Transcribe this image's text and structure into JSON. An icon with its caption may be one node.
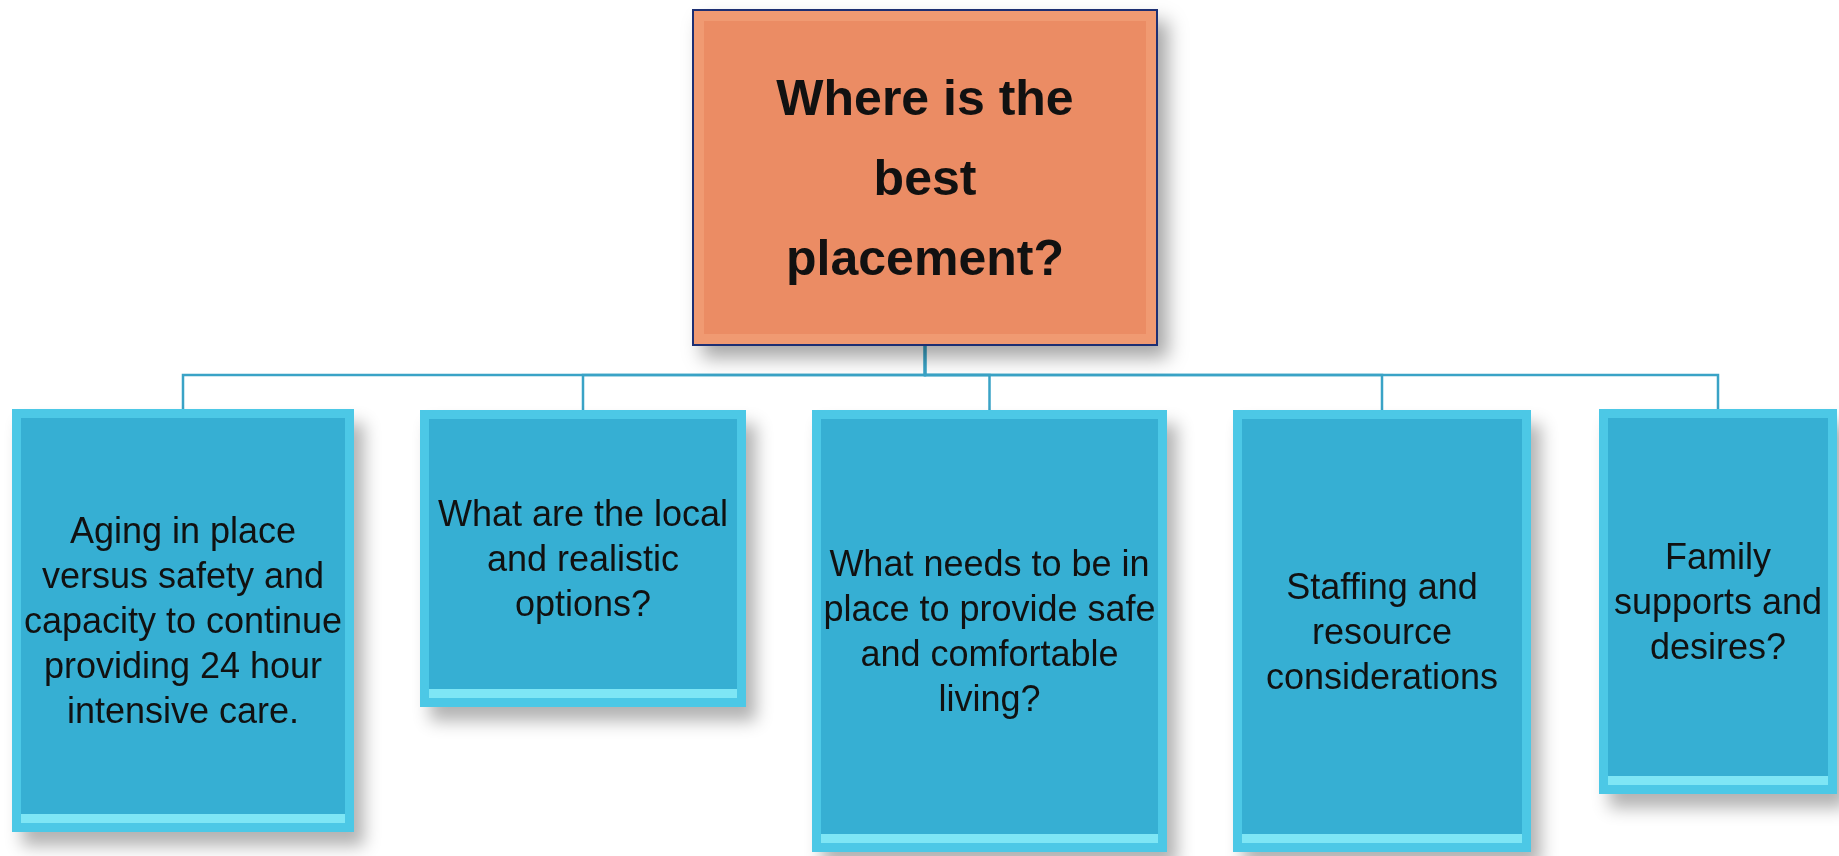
{
  "diagram": {
    "nodes": [
      {
        "text": [
          "Where is the best placement?"
        ]
      },
      {
        "text": [
          "Aging in place versus safety and capacity to continue providing 24 hour intensive care."
        ]
      },
      {
        "text": [
          "What are the local and realistic options?"
        ]
      },
      {
        "text": [
          "What needs to be in place to provide safe and comfortable living?"
        ]
      },
      {
        "text": [
          "Staffing and resource considerations"
        ]
      },
      {
        "text": [
          "Family supports and desires?"
        ]
      }
    ],
    "edges": [
      {
        "from": 0,
        "to": 1,
        "arrow": "none"
      },
      {
        "from": 0,
        "to": 2,
        "arrow": "none"
      },
      {
        "from": 0,
        "to": 3,
        "arrow": "none"
      },
      {
        "from": 0,
        "to": 4,
        "arrow": "none"
      },
      {
        "from": 0,
        "to": 5,
        "arrow": "none"
      }
    ]
  }
}
